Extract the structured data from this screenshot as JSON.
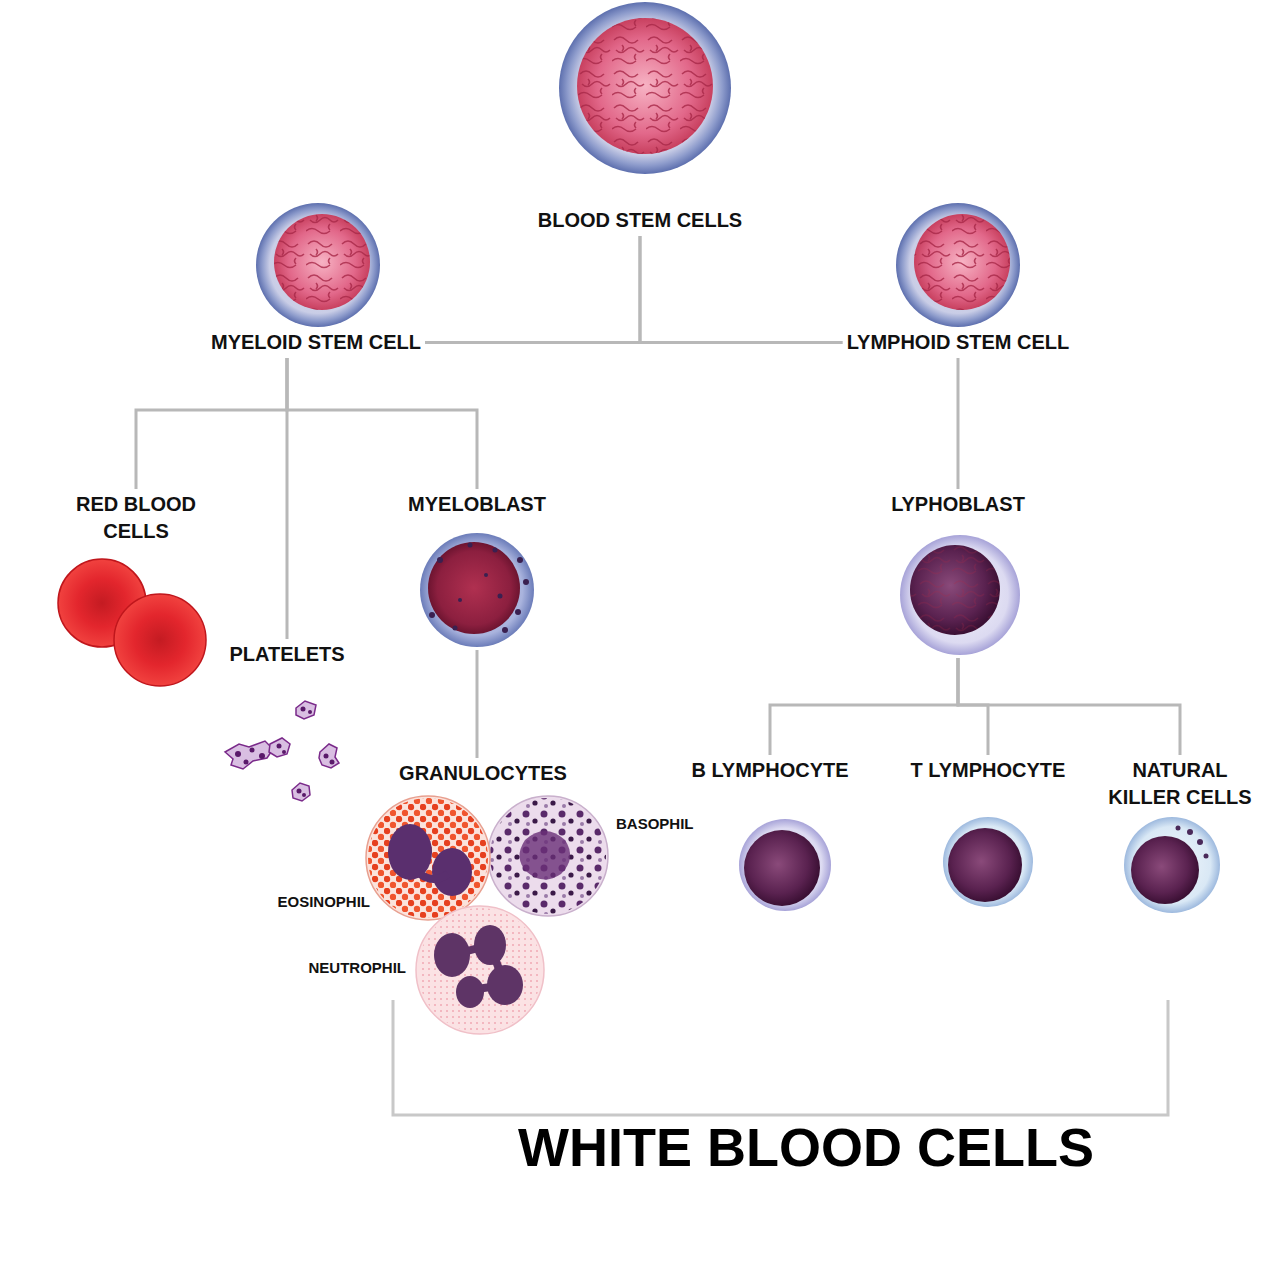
{
  "diagram": {
    "nodes": [
      {
        "text": [
          "BLOOD STEM CELLS"
        ]
      },
      {
        "text": [
          "MYELOID STEM CELL"
        ]
      },
      {
        "text": [
          "LYMPHOID STEM CELL"
        ]
      },
      {
        "text": [
          "RED BLOOD CELLS"
        ]
      },
      {
        "text": [
          "MYELOBLAST"
        ]
      },
      {
        "text": [
          "LYPHOBLAST"
        ]
      },
      {
        "text": [
          "PLATELETS"
        ]
      },
      {
        "text": [
          "GRANULOCYTES"
        ]
      },
      {
        "text": [
          "BASOPHIL"
        ],
        "in": 7
      },
      {
        "text": [
          "EOSINOPHIL"
        ],
        "in": 7
      },
      {
        "text": [
          "NEUTROPHIL"
        ],
        "in": 7
      },
      {
        "text": [
          "B LYMPHOCYTE"
        ]
      },
      {
        "text": [
          "T LYMPHOCYTE"
        ]
      },
      {
        "text": [
          "NATURAL KILLER CELLS"
        ]
      }
    ],
    "edges": [
      {
        "from": 0,
        "to": 1,
        "arrow": "none"
      },
      {
        "from": 0,
        "to": 2,
        "arrow": "none"
      },
      {
        "from": 1,
        "to": 3,
        "arrow": "none"
      },
      {
        "from": 1,
        "to": 6,
        "arrow": "none"
      },
      {
        "from": 1,
        "to": 4,
        "arrow": "none"
      },
      {
        "from": 2,
        "to": 5,
        "arrow": "none"
      },
      {
        "from": 4,
        "to": 7,
        "arrow": "none"
      },
      {
        "from": 5,
        "to": 11,
        "arrow": "none"
      },
      {
        "from": 5,
        "to": 12,
        "arrow": "none"
      },
      {
        "from": 5,
        "to": 13,
        "arrow": "none"
      }
    ],
    "labels": [
      "WHITE BLOOD CELLS"
    ]
  }
}
